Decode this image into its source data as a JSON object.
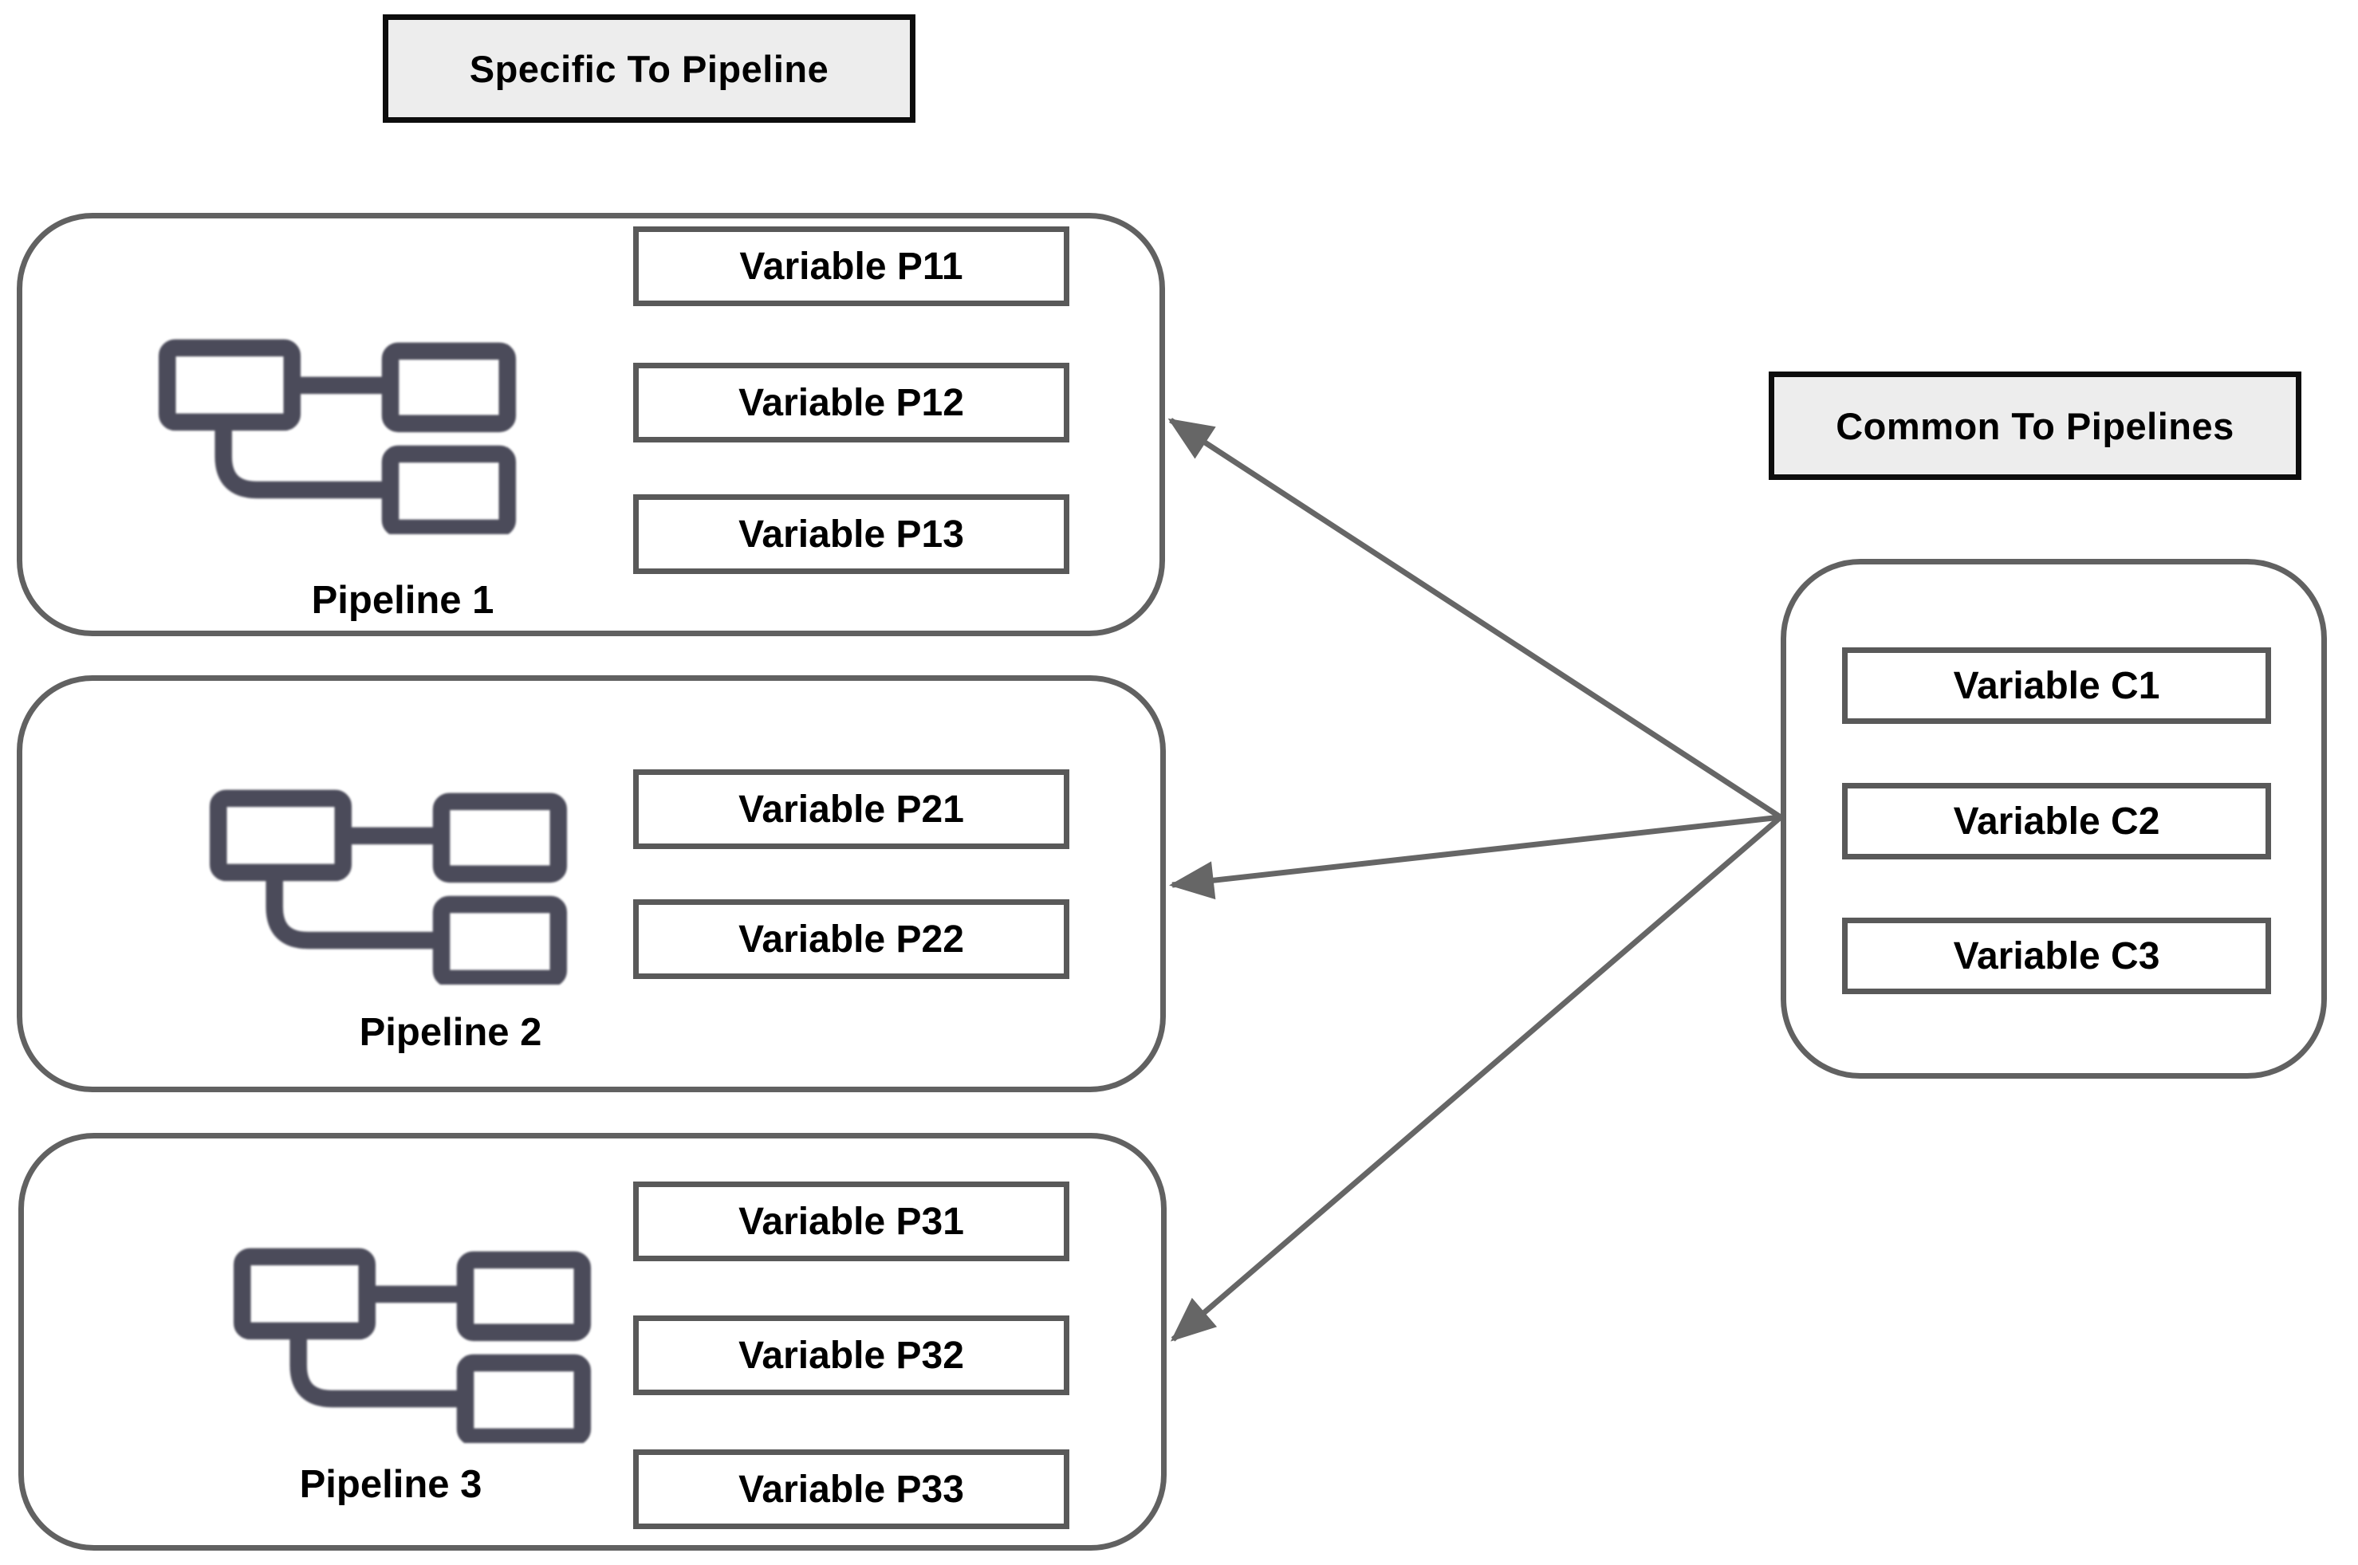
{
  "titles": {
    "specific": "Specific To Pipeline",
    "common": "Common To Pipelines"
  },
  "pipelines": [
    {
      "label": "Pipeline 1",
      "variables": [
        "Variable P11",
        "Variable P12",
        "Variable P13"
      ]
    },
    {
      "label": "Pipeline 2",
      "variables": [
        "Variable P21",
        "Variable P22"
      ]
    },
    {
      "label": "Pipeline 3",
      "variables": [
        "Variable P31",
        "Variable P32",
        "Variable P33"
      ]
    }
  ],
  "common": {
    "variables": [
      "Variable C1",
      "Variable C2",
      "Variable C3"
    ]
  },
  "icons": {
    "pipeline_icon": "pipeline-flow-icon"
  },
  "colors": {
    "background": "#ffffff",
    "container_border": "#616161",
    "variable_box_border": "#595959",
    "title_border": "#0d0d0d",
    "title_background": "#ededed",
    "icon": "#4b4b5a",
    "arrow": "#666666",
    "text": "#000000"
  }
}
